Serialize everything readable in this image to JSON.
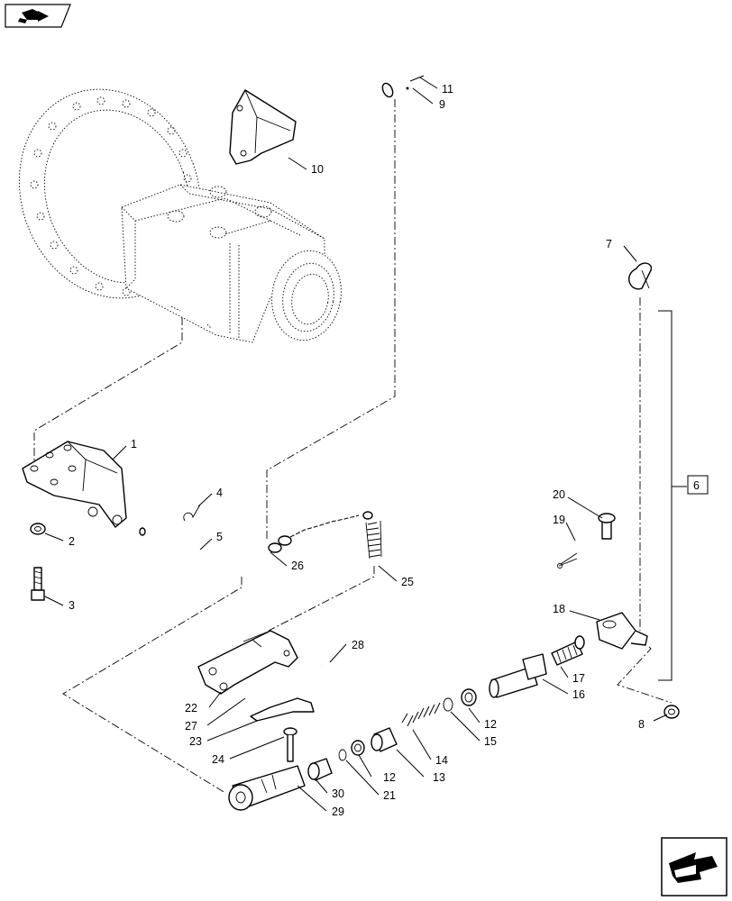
{
  "callouts": [
    {
      "id": "c1",
      "label": "1"
    },
    {
      "id": "c2",
      "label": "2"
    },
    {
      "id": "c3",
      "label": "3"
    },
    {
      "id": "c4",
      "label": "4"
    },
    {
      "id": "c5",
      "label": "5"
    },
    {
      "id": "c6",
      "label": "6"
    },
    {
      "id": "c7",
      "label": "7"
    },
    {
      "id": "c8",
      "label": "8"
    },
    {
      "id": "c9",
      "label": "9"
    },
    {
      "id": "c10",
      "label": "10"
    },
    {
      "id": "c11",
      "label": "11"
    },
    {
      "id": "c12a",
      "label": "12"
    },
    {
      "id": "c12b",
      "label": "12"
    },
    {
      "id": "c13",
      "label": "13"
    },
    {
      "id": "c14",
      "label": "14"
    },
    {
      "id": "c15",
      "label": "15"
    },
    {
      "id": "c16",
      "label": "16"
    },
    {
      "id": "c17",
      "label": "17"
    },
    {
      "id": "c18",
      "label": "18"
    },
    {
      "id": "c19",
      "label": "19"
    },
    {
      "id": "c20",
      "label": "20"
    },
    {
      "id": "c21",
      "label": "21"
    },
    {
      "id": "c22",
      "label": "22"
    },
    {
      "id": "c23",
      "label": "23"
    },
    {
      "id": "c24",
      "label": "24"
    },
    {
      "id": "c25",
      "label": "25"
    },
    {
      "id": "c26",
      "label": "26"
    },
    {
      "id": "c27",
      "label": "27"
    },
    {
      "id": "c28",
      "label": "28"
    },
    {
      "id": "c29",
      "label": "29"
    },
    {
      "id": "c30",
      "label": "30"
    }
  ],
  "icons": {
    "top_left": "return-arrow-icon",
    "bottom_right": "next-page-arrow-icon"
  }
}
